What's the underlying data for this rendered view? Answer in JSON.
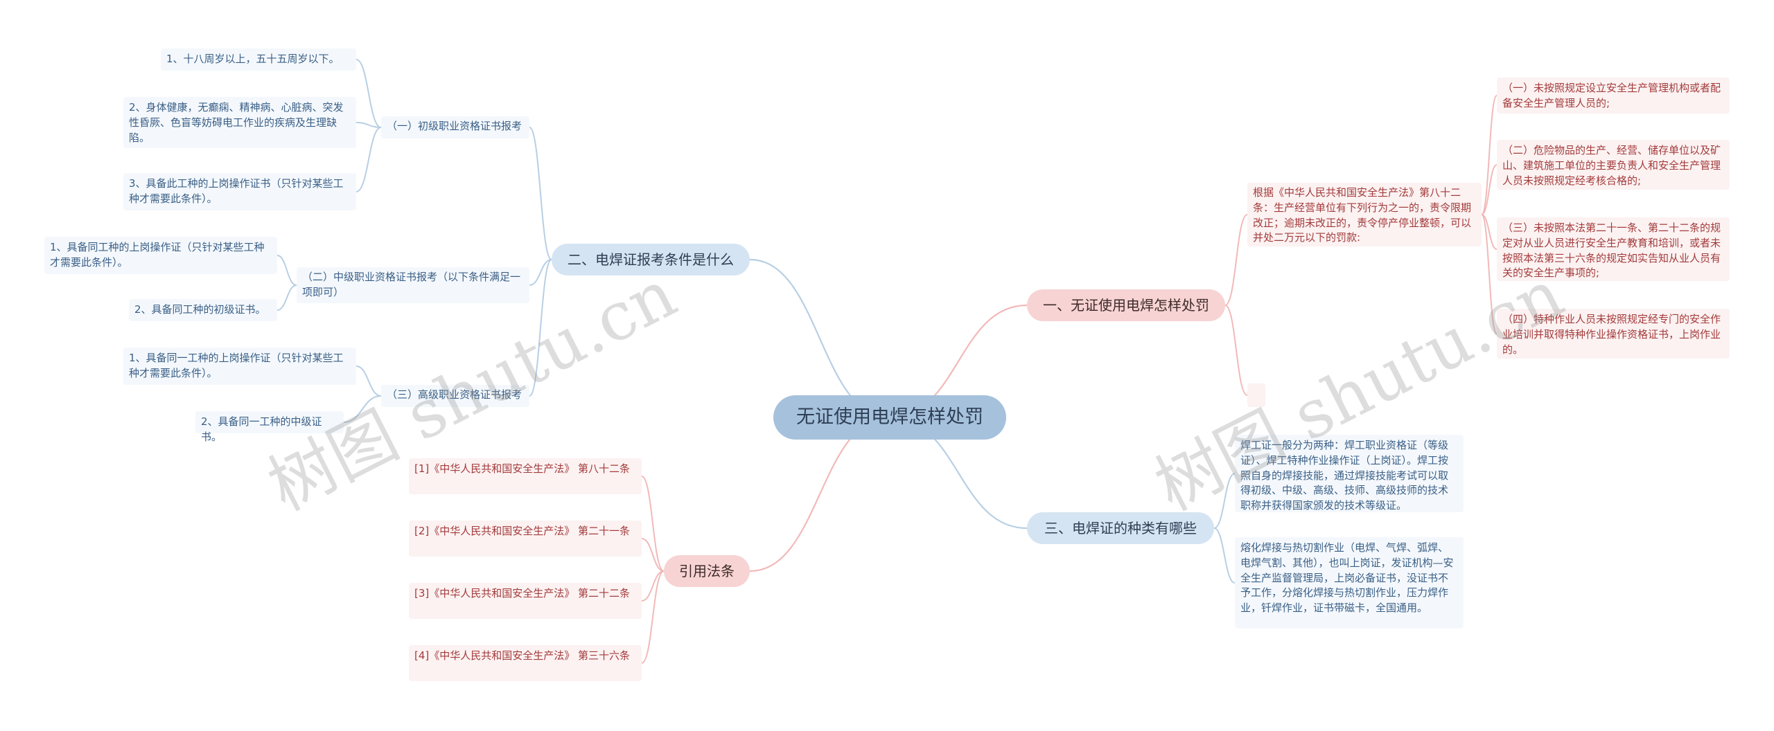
{
  "root": {
    "label": "无证使用电焊怎样处罚"
  },
  "branches": {
    "b1": {
      "label": "一、无证使用电焊怎样处罚",
      "intro": "根据《中华人民共和国安全生产法》第八十二条：生产经营单位有下列行为之一的，责令限期改正；逾期未改正的，责令停产停业整顿，可以并处二万元以下的罚款:",
      "items": [
        "（一）未按照规定设立安全生产管理机构或者配备安全生产管理人员的;",
        "（二）危险物品的生产、经营、储存单位以及矿山、建筑施工单位的主要负责人和安全生产管理人员未按照规定经考核合格的;",
        "（三）未按照本法第二十一条、第二十二条的规定对从业人员进行安全生产教育和培训，或者未按照本法第三十六条的规定如实告知从业人员有关的安全生产事项的;",
        "（四）特种作业人员未按照规定经专门的安全作业培训并取得特种作业操作资格证书，上岗作业的。"
      ]
    },
    "b2": {
      "label": "二、电焊证报考条件是什么",
      "groups": [
        {
          "label": "（一）初级职业资格证书报考",
          "items": [
            "1、十八周岁以上，五十五周岁以下。",
            "2、身体健康，无癫痫、精神病、心脏病、突发性昏厥、色盲等妨碍电工作业的疾病及生理缺陷。",
            "3、具备此工种的上岗操作证书（只针对某些工种才需要此条件）。"
          ]
        },
        {
          "label": "（二）中级职业资格证书报考（以下条件满足一项即可）",
          "items": [
            "1、具备同工种的上岗操作证（只针对某些工种才需要此条件）。",
            "2、具备同工种的初级证书。"
          ]
        },
        {
          "label": "（三）高级职业资格证书报考",
          "items": [
            "1、具备同一工种的上岗操作证（只针对某些工种才需要此条件）。",
            "2、具备同一工种的中级证书。"
          ]
        }
      ]
    },
    "b3": {
      "label": "三、电焊证的种类有哪些",
      "items": [
        "焊工证一般分为两种：焊工职业资格证（等级证）、焊工特种作业操作证（上岗证）。焊工按照自身的焊接技能，通过焊接技能考试可以取得初级、中级、高级、技师、高级技师的技术职称并获得国家颁发的技术等级证。",
        "熔化焊接与热切割作业（电焊、气焊、弧焊、电焊气割、其他），也叫上岗证，发证机构—安全生产监督管理局，上岗必备证书，没证书不予工作，分熔化焊接与热切割作业，压力焊作业，钎焊作业，证书带磁卡，全国通用。"
      ]
    },
    "b4": {
      "label": "引用法条",
      "items": [
        "[1]《中华人民共和国安全生产法》 第八十二条",
        "[2]《中华人民共和国安全生产法》 第二十一条",
        "[3]《中华人民共和国安全生产法》 第二十二条",
        "[4]《中华人民共和国安全生产法》 第三十六条"
      ]
    }
  },
  "watermark": {
    "text": "树图 shutu.cn"
  },
  "colors": {
    "blue_line": "#b8cfe4",
    "red_line": "#f2b9b9",
    "root_fill": "#a6c1dc",
    "blue_pill": "#d5e4f2",
    "red_pill": "#f7d3d3",
    "blue_text": "#3a5f86",
    "red_text": "#a33b3b"
  }
}
